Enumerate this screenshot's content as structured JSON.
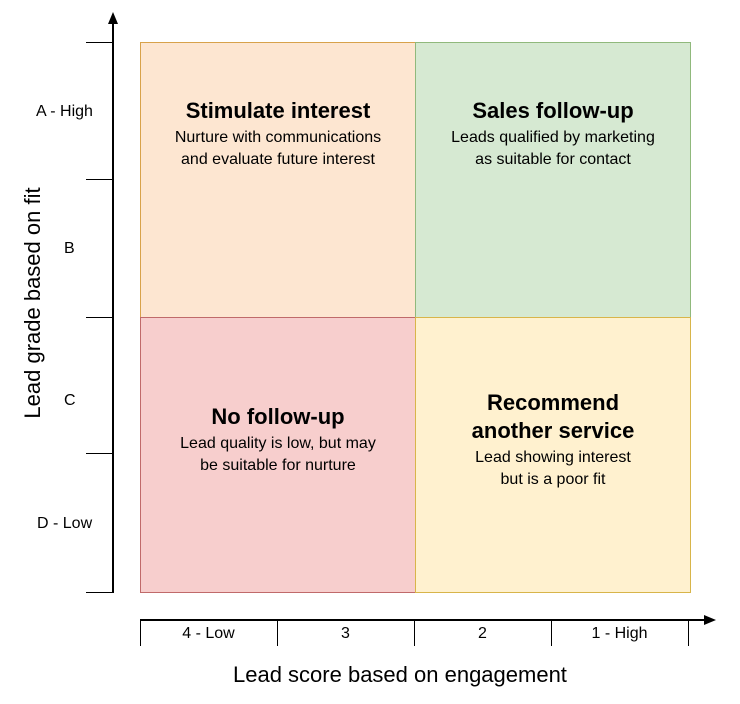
{
  "y_axis": {
    "title": "Lead grade based on fit",
    "labels": [
      "A - High",
      "B",
      "C",
      "D - Low"
    ]
  },
  "x_axis": {
    "title": "Lead score based on engagement",
    "labels": [
      "4 - Low",
      "3",
      "2",
      "1 - High"
    ]
  },
  "quadrants": {
    "top_left": {
      "title": "Stimulate interest",
      "desc_line1": "Nurture with communications",
      "desc_line2": "and evaluate future interest",
      "fill": "#fde6d1"
    },
    "top_right": {
      "title": "Sales follow-up",
      "desc_line1": "Leads qualified by marketing",
      "desc_line2": "as suitable for contact",
      "fill": "#d6e9d2"
    },
    "bottom_left": {
      "title": "No follow-up",
      "desc_line1": "Lead quality is low, but may",
      "desc_line2": "be suitable for nurture",
      "fill": "#f7cecd"
    },
    "bottom_right": {
      "title_line1": "Recommend",
      "title_line2": "another service",
      "desc_line1": "Lead showing interest",
      "desc_line2": "but is a poor fit",
      "fill": "#fff1cf"
    }
  }
}
